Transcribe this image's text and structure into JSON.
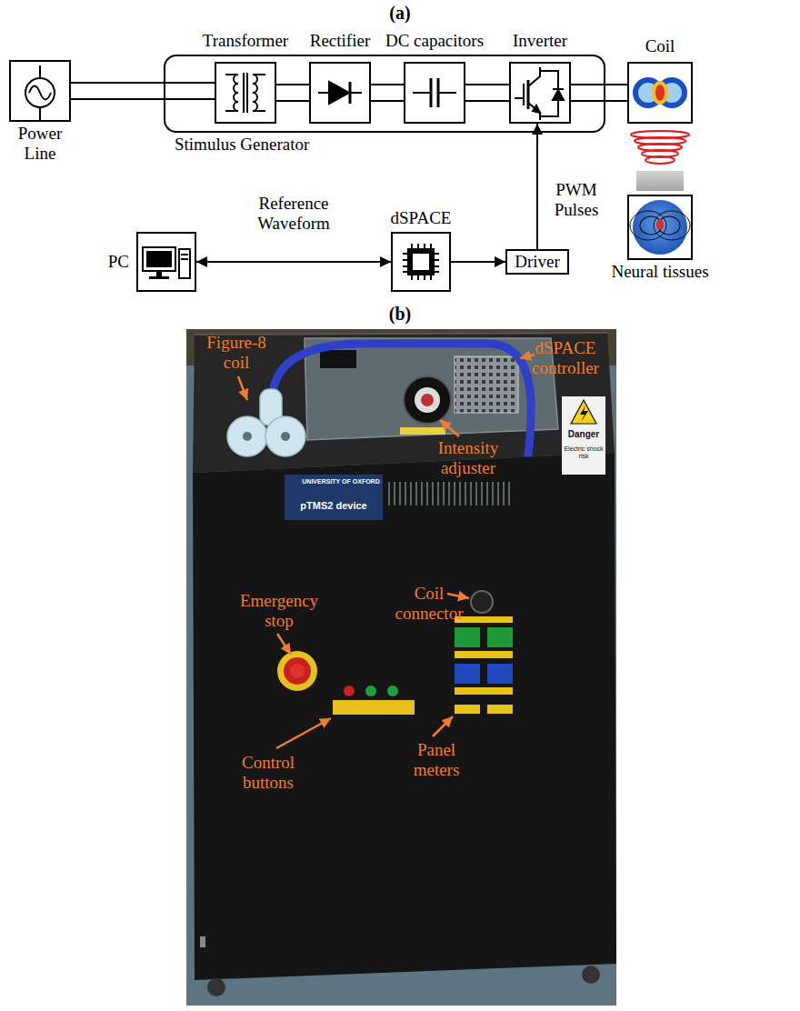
{
  "diagram": {
    "nodes": [
      {
        "text": [
          "Power Line"
        ]
      },
      {
        "text": [
          "Stimulus Generator"
        ]
      },
      {
        "text": [
          "Transformer"
        ],
        "in": 1
      },
      {
        "text": [
          "Rectifier"
        ],
        "in": 1
      },
      {
        "text": [
          "DC capacitors"
        ],
        "in": 1
      },
      {
        "text": [
          "Inverter"
        ],
        "in": 1
      },
      {
        "text": [
          "Coil"
        ]
      },
      {
        "text": [
          "PC"
        ]
      },
      {
        "text": [
          "dSPACE"
        ]
      },
      {
        "text": [
          "Driver"
        ]
      },
      {
        "text": [
          "Neural tissues"
        ]
      }
    ],
    "edges": [
      {
        "from": 0,
        "to": 2,
        "arrow": "none"
      },
      {
        "from": 2,
        "to": 3,
        "arrow": "none"
      },
      {
        "from": 3,
        "to": 4,
        "arrow": "none"
      },
      {
        "from": 4,
        "to": 5,
        "arrow": "none"
      },
      {
        "from": 5,
        "to": 6,
        "arrow": "none"
      },
      {
        "from": 7,
        "to": 8,
        "label": "Reference Waveform",
        "arrow": "both"
      },
      {
        "from": 8,
        "to": 9,
        "arrow": "to"
      },
      {
        "from": 9,
        "to": 5,
        "label": "PWM Pulses",
        "arrow": "to"
      }
    ],
    "labels": [
      "(a)",
      "(b)",
      "Figure-8 coil",
      "dSPACE controller",
      "Intensity adjuster",
      "UNIVERSITY OF OXFORD",
      "pTMS2 device",
      "Danger",
      "Electric shock risk",
      "Emergency stop",
      "Coil connector",
      "Control buttons",
      "Panel meters"
    ]
  }
}
